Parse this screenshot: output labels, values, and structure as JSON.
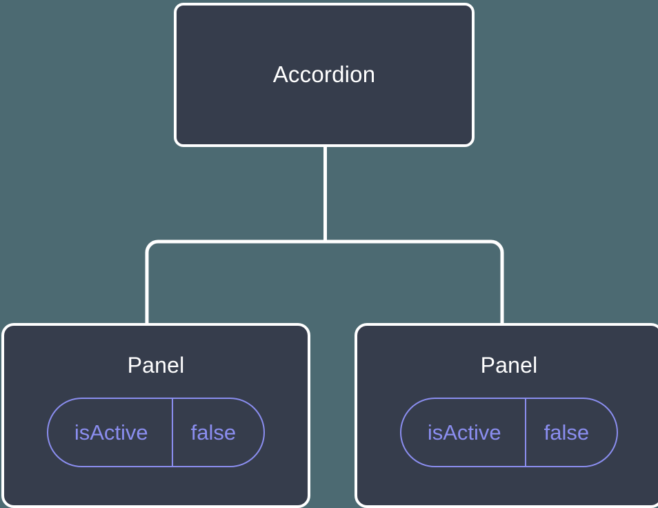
{
  "diagram": {
    "type": "component-tree",
    "background_color": "#4c6a72",
    "node_fill_color": "#363d4c",
    "node_border_color": "#ffffff",
    "edge_color": "#ffffff",
    "accent_color": "#8b8ef0",
    "root": {
      "label": "Accordion"
    },
    "children": [
      {
        "label": "Panel",
        "state": {
          "key": "isActive",
          "value": "false"
        }
      },
      {
        "label": "Panel",
        "state": {
          "key": "isActive",
          "value": "false"
        }
      }
    ]
  }
}
